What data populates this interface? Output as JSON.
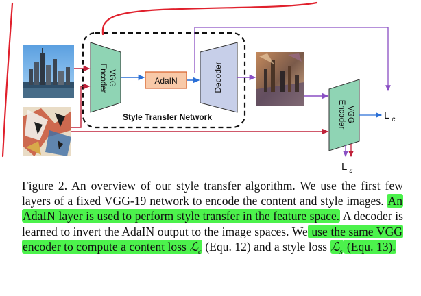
{
  "diagram": {
    "encoder_label": "VGG Encoder",
    "encoder_line1": "VGG",
    "encoder_line2": "Encoder",
    "adain_label": "AdaIN",
    "decoder_label": "Decoder",
    "network_label": "Style Transfer Network",
    "content_loss_label": "L",
    "content_loss_sub": "c",
    "style_loss_label": "L",
    "style_loss_sub": "s",
    "colors": {
      "encoder_fill": "#8fd4b4",
      "adain_fill": "#f8c9a8",
      "adain_border": "#d6602a",
      "decoder_fill": "#c7cfe9",
      "arrow_purple": "#8a4fc4",
      "arrow_red": "#c0223a",
      "arrow_blue": "#2a6fd6",
      "annotation_red": "#e0202c",
      "highlight": "#4cf24c"
    }
  },
  "caption": {
    "figure_label": "Figure 2.",
    "sentence_1": " An overview of our style transfer algorithm. We use the first few layers of a fixed VGG-19 network to encode the content and style images. ",
    "highlight_1": "An AdaIN layer is used to perform style transfer in the feature space.",
    "sentence_2": " A decoder is learned to invert the AdaIN output to the image spaces. We",
    "highlight_2a": " use the same VGG encoder to compute a content loss ",
    "math_content": "ℒ",
    "math_content_sub": "c",
    "plain_3": " (Equ. 12) and a style loss ",
    "math_style": "ℒ",
    "math_style_sub": "s",
    "plain_4": " (Equ. 13)."
  }
}
